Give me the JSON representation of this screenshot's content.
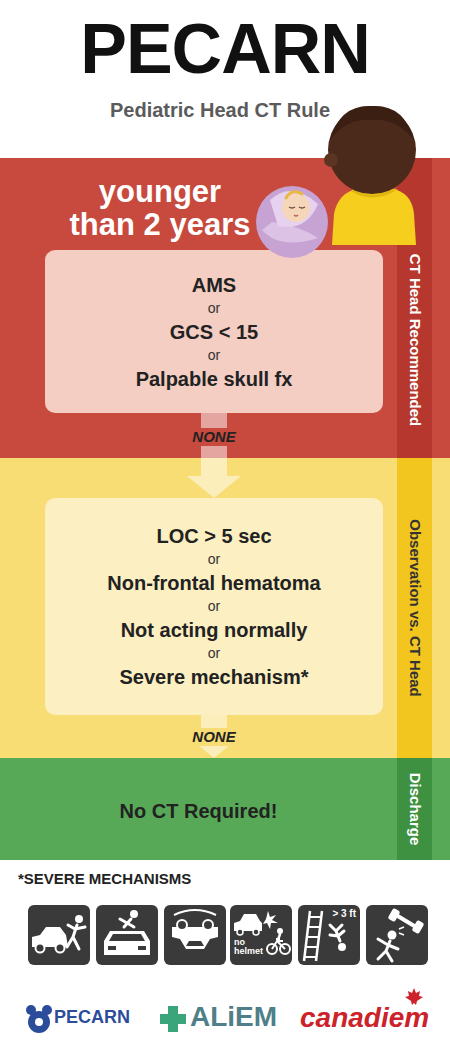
{
  "diagram": {
    "title": "PECARN",
    "nodes": [
      {
        "text": [
          "younger than 2 years",
          "CT Head Recommended"
        ]
      },
      {
        "text": [
          "AMS",
          "or",
          "GCS < 15",
          "or",
          "Palpable skull fx"
        ],
        "in": 0
      },
      {
        "text": [
          "Observation vs. CT Head"
        ]
      },
      {
        "text": [
          "LOC > 5 sec",
          "or",
          "Non-frontal hematoma",
          "or",
          "Not acting normally",
          "or",
          "Severe mechanism*"
        ],
        "in": 2
      },
      {
        "text": [
          "No CT Required!",
          "Discharge"
        ]
      }
    ],
    "edges": [
      {
        "from": 1,
        "to": 3,
        "label": "NONE",
        "arrow": "to"
      },
      {
        "from": 3,
        "to": 4,
        "label": "NONE",
        "arrow": "to"
      }
    ],
    "labels": [
      "Pediatric Head CT Rule",
      "*SEVERE MECHANISMS",
      "no helmet",
      "> 3 ft",
      "PECARN",
      "ALiEM",
      "canadiem"
    ]
  }
}
